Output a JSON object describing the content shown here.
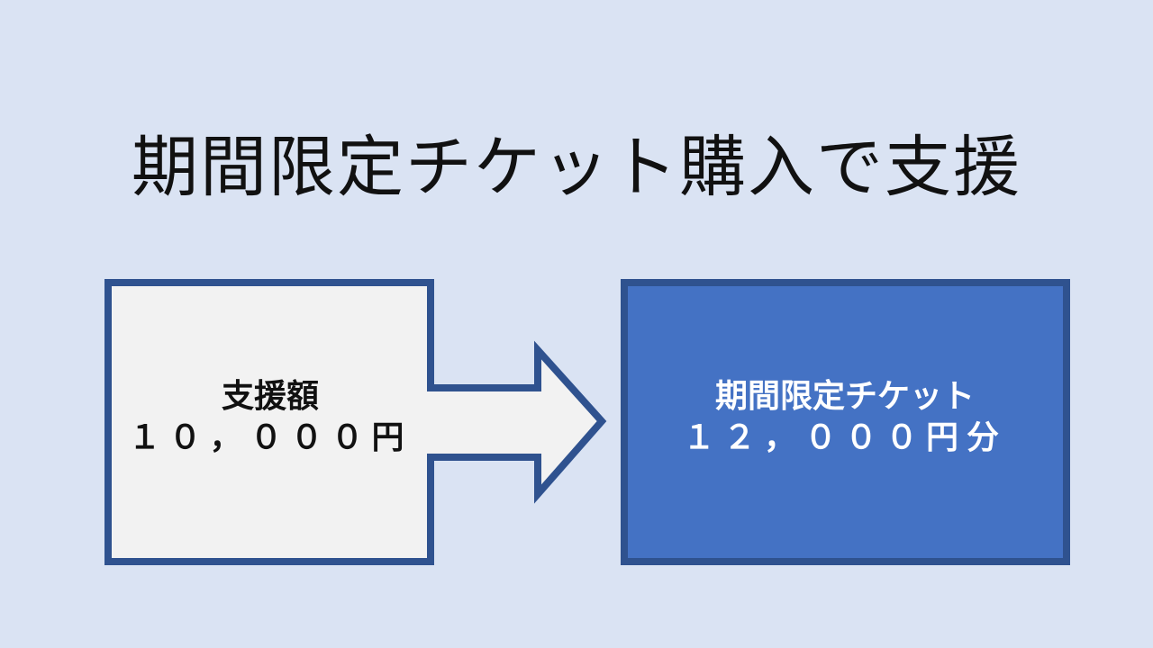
{
  "title": "期間限定チケット購入で支援",
  "colors": {
    "background": "#dae3f3",
    "left_box_fill": "#f2f2f2",
    "outline": "#2f528f",
    "right_box_fill": "#4472c4",
    "right_text": "#ffffff"
  },
  "left_box": {
    "line1": "支援額",
    "line2": "１０，０００円"
  },
  "arrow": {
    "direction": "right"
  },
  "right_box": {
    "line1": "期間限定チケット",
    "line2": "１２，０００円分"
  }
}
